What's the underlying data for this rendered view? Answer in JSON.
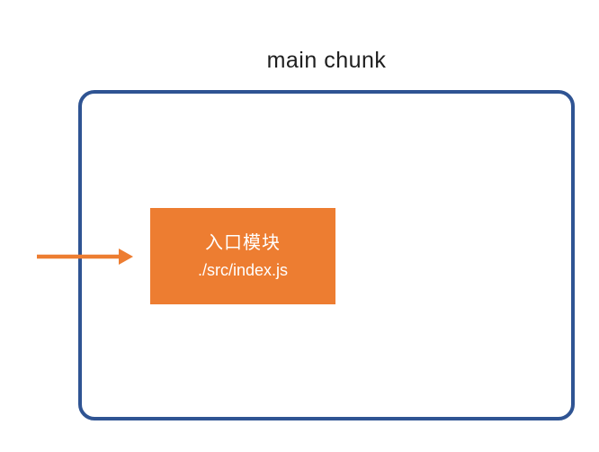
{
  "diagram": {
    "title": "main chunk",
    "entry_module": {
      "name": "入口模块",
      "path": "./src/index.js"
    },
    "icons": {
      "arrow": "right-arrow-icon"
    }
  },
  "colors": {
    "background": "#FFFFFF",
    "title_color": "#1E1E1E",
    "chunk_border": "#2F5493",
    "module_fill": "#ED7D31",
    "module_text": "#FFFFFF",
    "arrow_orange": "#ED7D31"
  }
}
